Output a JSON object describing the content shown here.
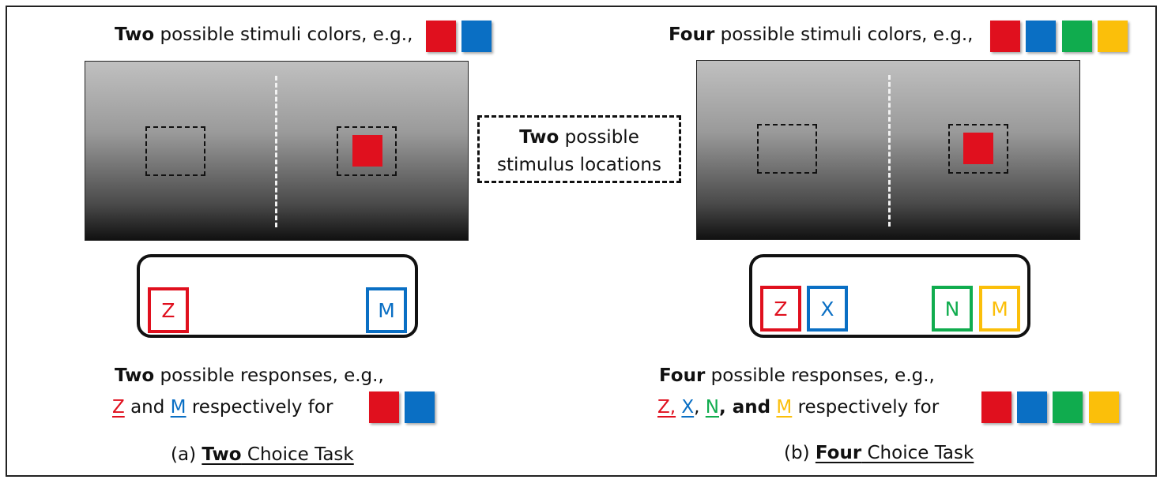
{
  "colors": {
    "red": "#e0101e",
    "blue": "#0a6fc4",
    "green": "#10ac4e",
    "yellow": "#fbbf0a"
  },
  "center_box": {
    "bold": "Two",
    "line1_rest": " possible",
    "line2": "stimulus locations"
  },
  "panel_a": {
    "stimuli_bold": "Two",
    "stimuli_rest": " possible stimuli colors, e.g.,",
    "keys": [
      {
        "label": "Z",
        "color": "red"
      },
      {
        "label": "M",
        "color": "blue"
      }
    ],
    "responses_bold": "Two",
    "responses_rest": " possible responses, e.g.,",
    "mapping": {
      "k1": "Z",
      "and": "and",
      "k2": "M",
      "respectively": "respectively for"
    },
    "caption_prefix": "(a)",
    "caption_bold": "Two",
    "caption_rest": " Choice Task"
  },
  "panel_b": {
    "stimuli_bold": "Four",
    "stimuli_rest": " possible stimuli colors, e.g.,",
    "keys": [
      {
        "label": "Z",
        "color": "red"
      },
      {
        "label": "X",
        "color": "blue"
      },
      {
        "label": "N",
        "color": "green"
      },
      {
        "label": "M",
        "color": "yellow"
      }
    ],
    "responses_bold": "Four",
    "responses_rest": " possible responses, e.g.,",
    "mapping": {
      "k1": "Z,",
      "k2": "X",
      "sep": ",",
      "k3": "N",
      "and": ", and",
      "k4": "M",
      "respectively": "respectively for"
    },
    "caption_prefix": "(b)",
    "caption_bold": "Four",
    "caption_rest": " Choice Task"
  }
}
